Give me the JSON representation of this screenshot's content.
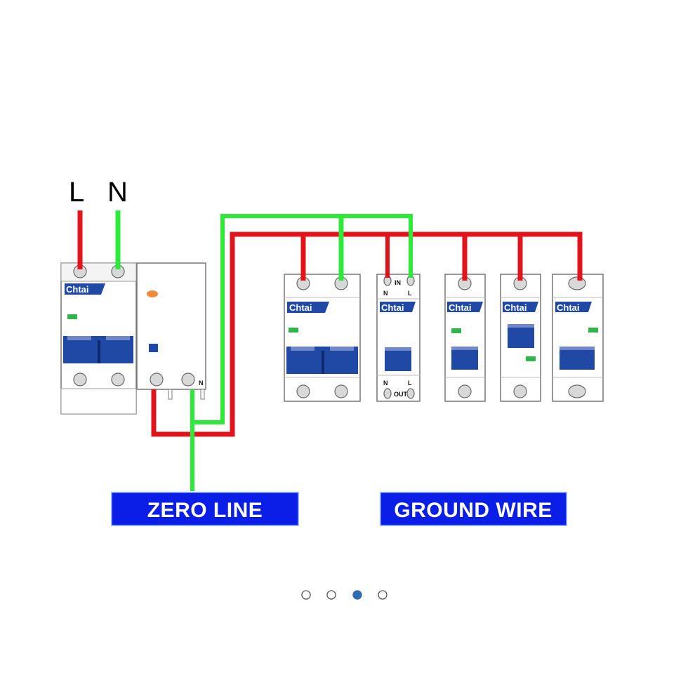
{
  "supply": {
    "live": "L",
    "neutral": "N"
  },
  "brand": "Chtai",
  "spd_terminals": {
    "in_label": "IN",
    "out_label": "OUT",
    "n": "N",
    "l": "L"
  },
  "rcd_terminal": "N",
  "labels": {
    "zero_line": "ZERO LINE",
    "ground_wire": "GROUND WIRE"
  },
  "colors": {
    "live_wire": "#e0141a",
    "neutral_wire": "#2ee83a",
    "label_bg": "#0a1ee8",
    "toggle": "#1f49a5",
    "indicator": "#2fb54a",
    "test_button": "#f08a3c",
    "dot_active": "#2e6bb0"
  },
  "carousel": {
    "count": 4,
    "active_index": 2
  }
}
